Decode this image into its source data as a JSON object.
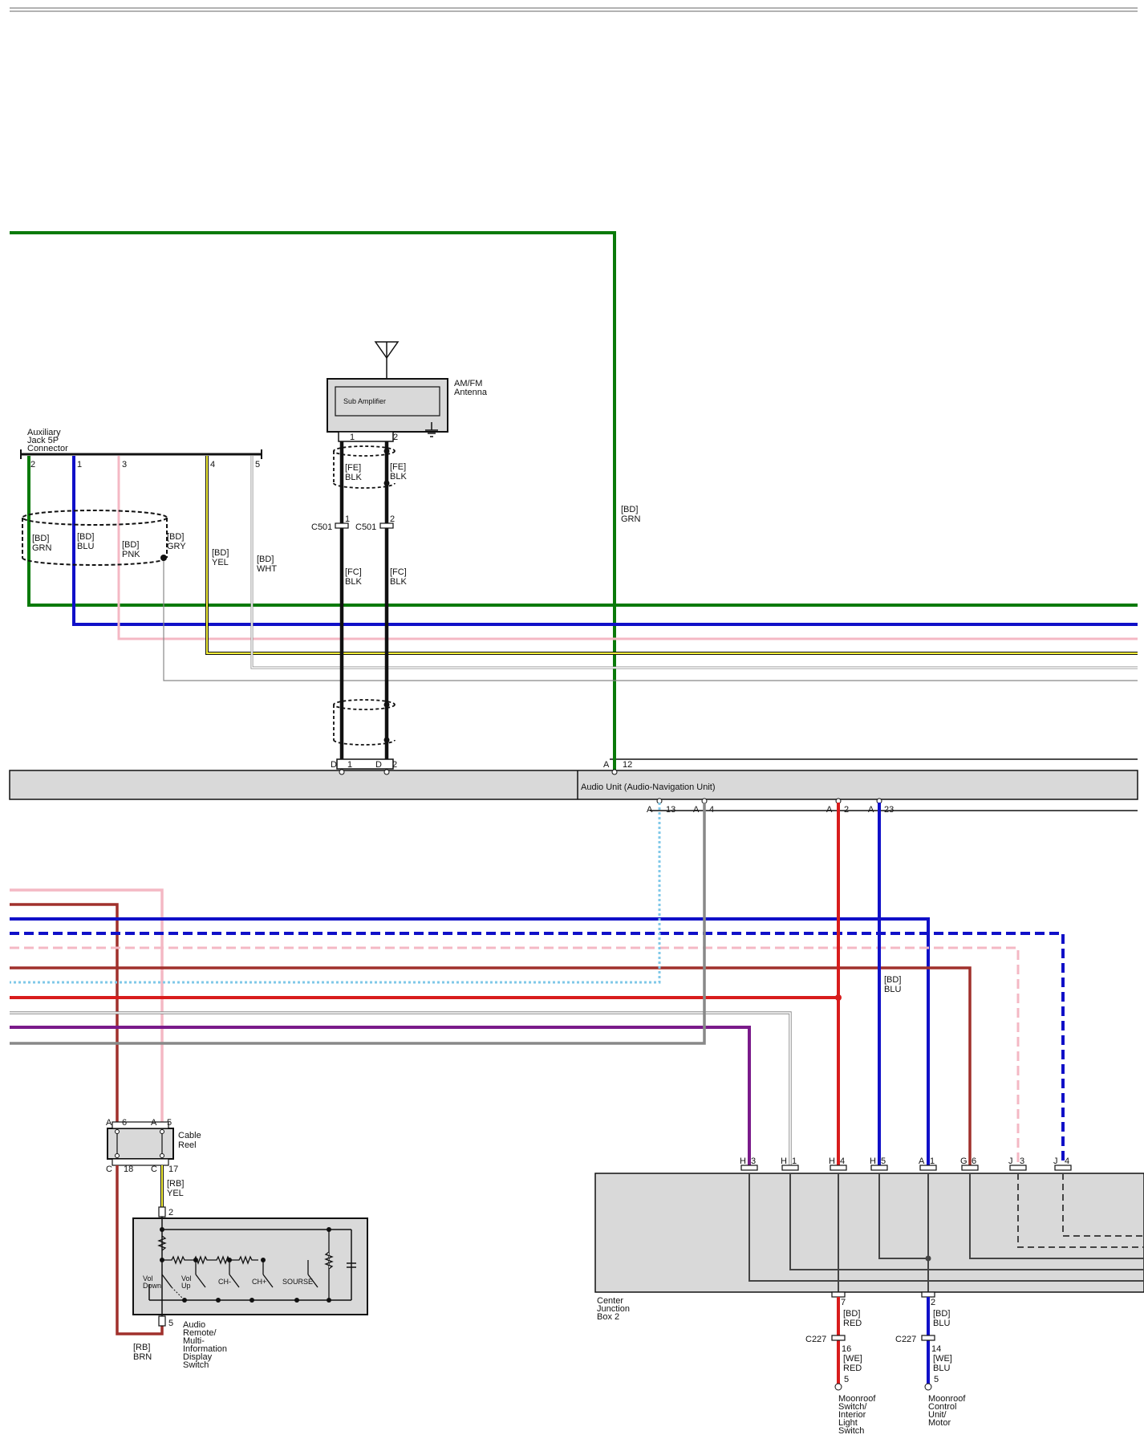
{
  "components": {
    "antenna": {
      "name_line1": "AM/FM",
      "name_line2": "Antenna",
      "inner": "Sub Amplifier",
      "pin1": "1",
      "pin2": "2"
    },
    "aux_jack": {
      "name_line1": "Auxiliary",
      "name_line2": "Jack 5P",
      "name_line3": "Connector",
      "pins": [
        "2",
        "1",
        "3",
        "4",
        "5"
      ]
    },
    "audio_unit": {
      "name": "Audio Unit (Audio-Navigation Unit)"
    },
    "cable_reel": {
      "name_line1": "Cable",
      "name_line2": "Reel"
    },
    "audio_remote": {
      "name_lines": [
        "Audio",
        "Remote/",
        "Multi-",
        "Information",
        "Display",
        "Switch"
      ],
      "switches": [
        "Vol Down",
        "Vol Up",
        "CH-",
        "CH+",
        "SOURSE"
      ]
    },
    "center_junction": {
      "name_lines": [
        "Center",
        "Junction",
        "Box 2"
      ]
    },
    "moonroof_switch": {
      "name_lines": [
        "Moonroof",
        "Switch/",
        "Interior",
        "Light",
        "Switch"
      ]
    },
    "moonroof_motor": {
      "name_lines": [
        "Moonroof",
        "Control",
        "Unit/",
        "Motor"
      ]
    }
  },
  "wires": {
    "aux_grn": [
      "[BD]",
      "GRN"
    ],
    "aux_blu": [
      "[BD]",
      "BLU"
    ],
    "aux_pnk": [
      "[BD]",
      "PNK"
    ],
    "aux_gry": [
      "[BD]",
      "GRY"
    ],
    "aux_yel": [
      "[BD]",
      "YEL"
    ],
    "aux_wht": [
      "[BD]",
      "WHT"
    ],
    "main_grn": [
      "[BD]",
      "GRN"
    ],
    "fe_left": [
      "[FE]",
      "BLK"
    ],
    "fe_right": [
      "[FE]",
      "BLK"
    ],
    "fc_left": [
      "[FC]",
      "BLK"
    ],
    "fc_right": [
      "[FC]",
      "BLK"
    ],
    "bd_blu_right": [
      "[BD]",
      "BLU"
    ],
    "rb_yel": [
      "[RB]",
      "YEL"
    ],
    "rb_brn": [
      "[RB]",
      "BRN"
    ],
    "bd_red_bottom": [
      "[BD]",
      "RED"
    ],
    "bd_blu_bottom": [
      "[BD]",
      "BLU"
    ],
    "we_red": [
      "[WE]",
      "RED"
    ],
    "we_blu": [
      "[WE]",
      "BLU"
    ]
  },
  "connectors": {
    "c501_left": "C501",
    "c501_right": "C501",
    "c501_pin1": "1",
    "c501_pin2": "2",
    "c227_left": "C227",
    "c227_right": "C227",
    "c227_pin16": "16",
    "c227_pin14": "14",
    "pin7": "7",
    "pin2b": "2",
    "pin5a": "5",
    "pin5b": "5",
    "d_letter": "D",
    "d_pin1": "1",
    "d_pin2": "2",
    "a_letter": "A",
    "a_pin12": "12",
    "a_pin13": "13",
    "a_pin4": "4",
    "a_pin2": "2",
    "a_pin23": "23",
    "cr_a6": "6",
    "cr_a5": "5",
    "cr_c18": "18",
    "cr_c17": "17",
    "c_letter": "C",
    "sw_pin2": "2",
    "sw_pin5": "5",
    "cjb": [
      {
        "letter": "H",
        "pin": "3"
      },
      {
        "letter": "H",
        "pin": "1"
      },
      {
        "letter": "H",
        "pin": "4"
      },
      {
        "letter": "H",
        "pin": "5"
      },
      {
        "letter": "A",
        "pin": "1"
      },
      {
        "letter": "G",
        "pin": "6"
      },
      {
        "letter": "J",
        "pin": "3"
      },
      {
        "letter": "J",
        "pin": "4"
      }
    ]
  }
}
